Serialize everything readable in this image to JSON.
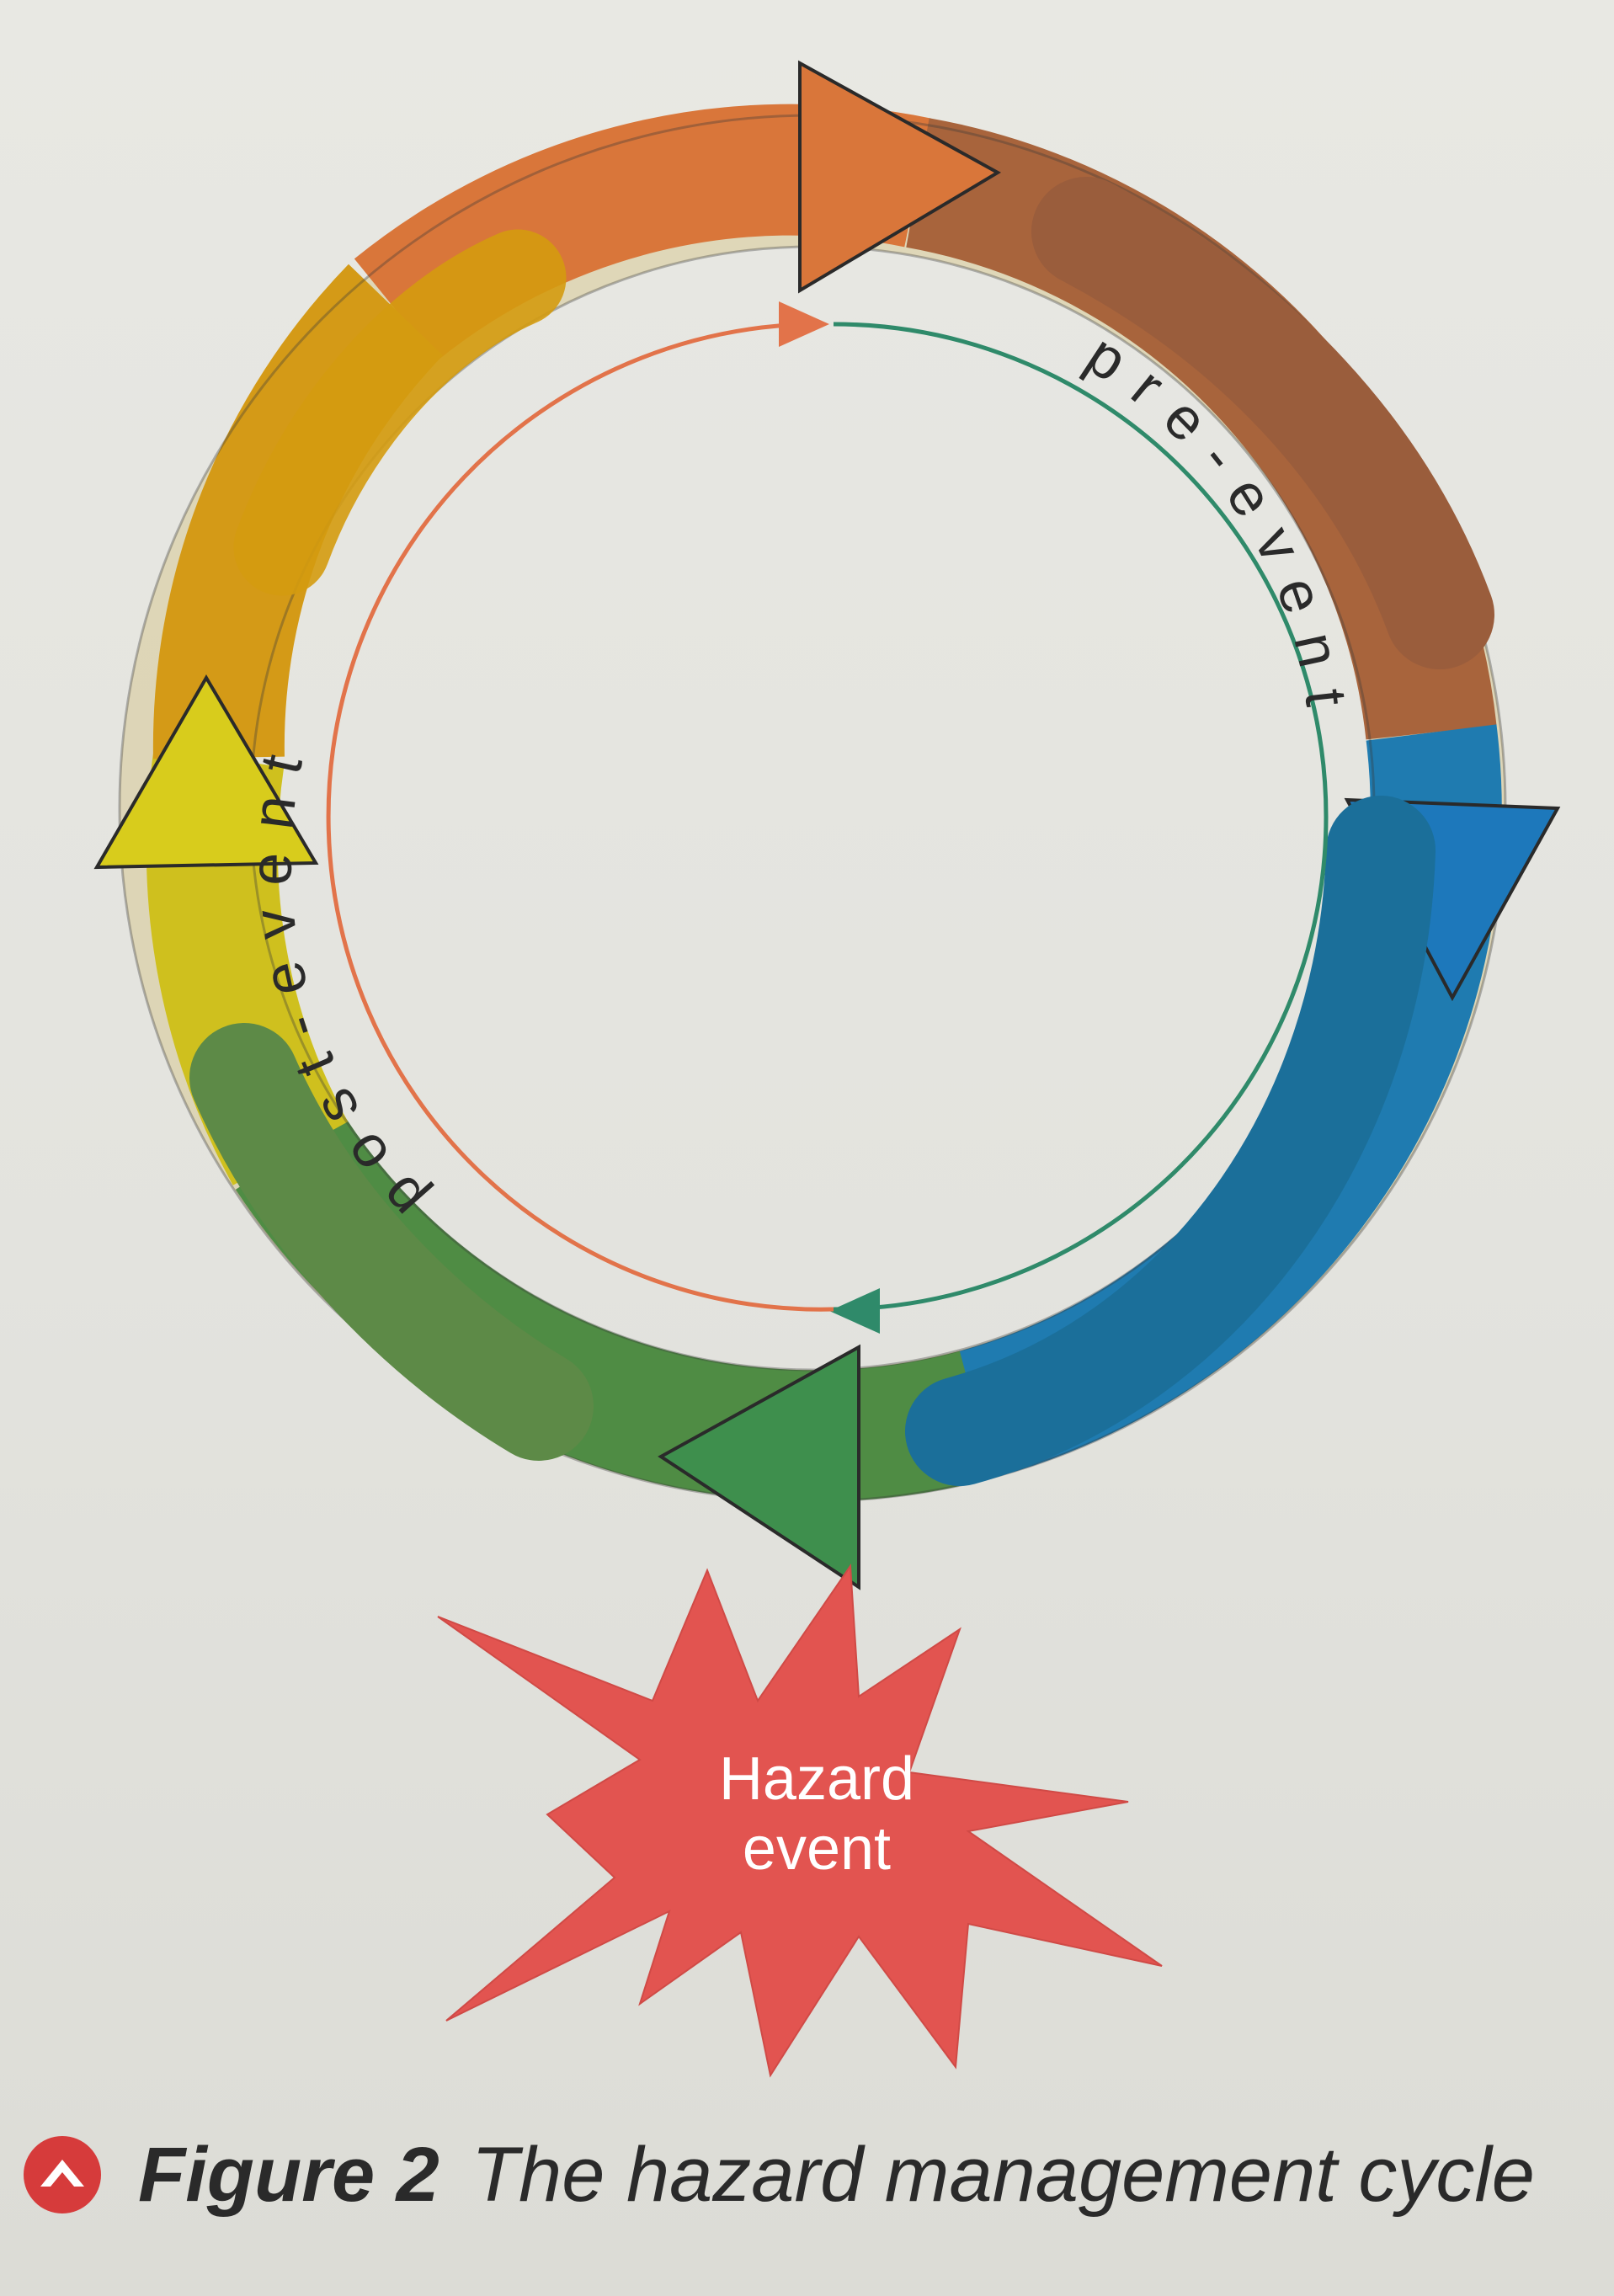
{
  "diagram": {
    "inner_labels": {
      "pre": "pre-event",
      "post": "post-event"
    },
    "hazard_label_line1": "Hazard",
    "hazard_label_line2": "event",
    "colors": {
      "orange": "#d9763a",
      "brown": "#9a5d3c",
      "blue": "#1d78a8",
      "green": "#4f8c44",
      "yellow": "#d9c21f",
      "gold": "#d49a17",
      "hazard_red": "#e25450",
      "post_event_line": "#e2734a",
      "pre_event_line": "#2f8a6a"
    }
  },
  "caption": {
    "figure_label": "Figure 2",
    "title": "The hazard management cycle",
    "icon": "up-chevron-badge-icon",
    "badge_color": "#d63b3b"
  }
}
